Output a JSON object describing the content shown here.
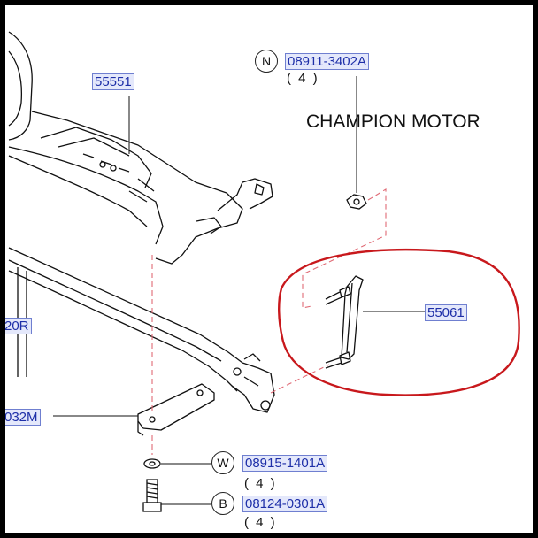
{
  "watermark": "CHAMPION MOTOR",
  "callouts": {
    "crossmember": {
      "part_no": "55551"
    },
    "nut": {
      "symbol": "N",
      "part_no": "08911-3402A",
      "qty": "( 4 )"
    },
    "link": {
      "part_no": "55061"
    },
    "left_upper": {
      "part_no": "20R"
    },
    "left_lower": {
      "part_no": "032M"
    },
    "washer": {
      "symbol": "W",
      "part_no": "08915-1401A",
      "qty": "( 4 )"
    },
    "bolt": {
      "symbol": "B",
      "part_no": "08124-0301A",
      "qty": "( 4 )"
    }
  },
  "colors": {
    "part_label_text": "#1e2fa8",
    "part_label_bg": "#e4e8fb",
    "highlight_ring": "#c8181c",
    "guide_line": "#e06a75"
  }
}
